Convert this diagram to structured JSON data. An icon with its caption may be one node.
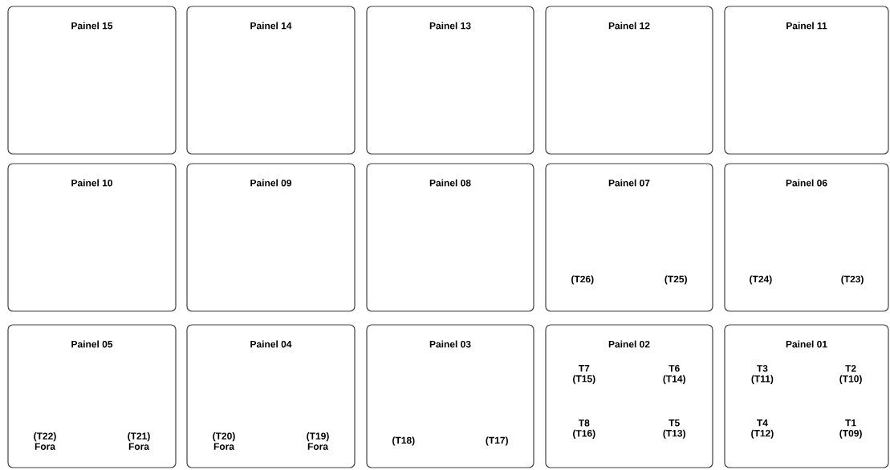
{
  "diagram": {
    "nodes": [
      {
        "text": [
          "Painel 15"
        ]
      },
      {
        "text": [
          "Painel 14"
        ]
      },
      {
        "text": [
          "Painel 13"
        ]
      },
      {
        "text": [
          "Painel 12"
        ]
      },
      {
        "text": [
          "Painel 11"
        ]
      },
      {
        "text": [
          "Painel 10"
        ]
      },
      {
        "text": [
          "Painel 09"
        ]
      },
      {
        "text": [
          "Painel 08"
        ]
      },
      {
        "text": [
          "Painel 07",
          "(T26)",
          "(T25)"
        ]
      },
      {
        "text": [
          "Painel 06",
          "(T24)",
          "(T23)"
        ]
      },
      {
        "text": [
          "Painel 05",
          "(T22) Fora",
          "(T21) Fora"
        ]
      },
      {
        "text": [
          "Painel 04",
          "(T20) Fora",
          "(T19) Fora"
        ]
      },
      {
        "text": [
          "Painel 03",
          "(T18)",
          "(T17)"
        ]
      },
      {
        "text": [
          "Painel 02",
          "T7 (T15)",
          "T6 (T14)",
          "T8 (T16)",
          "T5 (T13)"
        ]
      },
      {
        "text": [
          "Painel 01",
          "T3 (T11)",
          "T2 (T10)",
          "T4 (T12)",
          "T1 (T09)"
        ]
      }
    ]
  }
}
